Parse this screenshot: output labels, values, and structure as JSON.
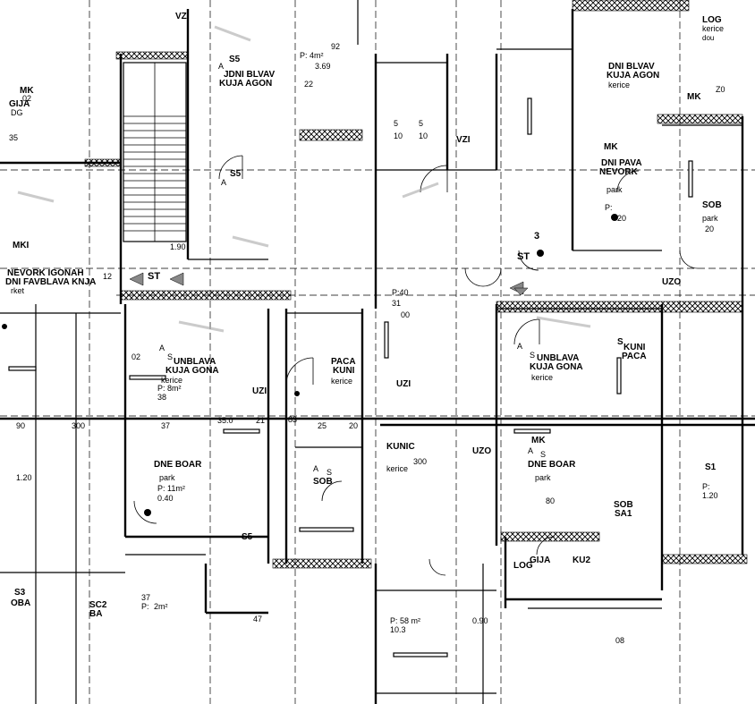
{
  "labels": {
    "l01": "VZI",
    "l02": "S5",
    "l03": "A",
    "l04": "JDNI BLVAV",
    "l05": "KUJA AGON",
    "l06": "P: 4m²",
    "l07": "3.69",
    "l08": "92",
    "l09": "22",
    "l10": "MK",
    "l11": "02",
    "l12": "GIJA",
    "l13": "DG",
    "l14": "35",
    "l15": "DNI BLVAV",
    "l16": "KUJA AGON",
    "l17": "kerice",
    "l18": "LOG",
    "l19": "kerice",
    "l20": "dou",
    "l21": "MK",
    "l22": "Z0",
    "l23": "5",
    "l24": "5",
    "l25": "10",
    "l26": "10",
    "l27": "VZI",
    "l28": "S5",
    "l29": "A",
    "l30": "MKI",
    "l31": "NEVORK IGONAH",
    "l32": "DNI FAVBLAVA KNJA",
    "l33": "rket",
    "l34": "1.90",
    "l35": "ST",
    "l36": "12",
    "l37": "MK",
    "l38": "DNI PAVA",
    "l39": "NEVORK",
    "l40": "park",
    "l41": "P:",
    "l42": "20",
    "l43": "SOB",
    "l44": "park",
    "l45": "20",
    "l46": "UZO",
    "l47": "P:40",
    "l48": "31",
    "l49": "00",
    "l50": "ST",
    "l51": "3",
    "l52": "A",
    "l53": "S",
    "l54": "UNBLAVA",
    "l55": "KUJA GONA",
    "l56": "kerice",
    "l57": "S",
    "l58": "KUNI",
    "l59": "PACA",
    "l60": "UZI",
    "l61": "PACA",
    "l62": "KUNI",
    "l63": "kerice",
    "l64": "A",
    "l65": "S",
    "l66": "UNBLAVA",
    "l67": "KUJA GONA",
    "l68": "kerice",
    "l69": "UZI",
    "l70": "02",
    "l71": "P: 8m²",
    "l72": "38",
    "l73": "35.0",
    "l74": "21",
    "l75": "83",
    "l76": "25",
    "l77": "20",
    "l78": "90",
    "l79": "300",
    "l80": "37",
    "l81": "DNE BOAR",
    "l82": "park",
    "l83": "P: 11m²",
    "l84": "0.40",
    "l85": "A",
    "l86": "S",
    "l87": "SOB",
    "l88": "KUNIC",
    "l89": "kerice",
    "l90": "300",
    "l91": "UZO",
    "l92": "A",
    "l93": "S",
    "l94": "DNE BOAR",
    "l95": "park",
    "l96": "80",
    "l97": "SOB",
    "l98": "SA1",
    "l99": "1.20",
    "m01": "S3",
    "m02": "OBA",
    "m03": "SC2",
    "m04": "BA",
    "m05": "37",
    "m06": "P:",
    "m07": "2m²",
    "m08": "S5",
    "m09": "LOG",
    "m10": "GIJA",
    "m11": "KU2",
    "m12": "P: 58 m²",
    "m13": "10.3",
    "m14": "0.90",
    "m15": "08",
    "m16": "MK",
    "m17": "S1",
    "m18": "P:",
    "m19": "1.20",
    "m20": "47"
  }
}
